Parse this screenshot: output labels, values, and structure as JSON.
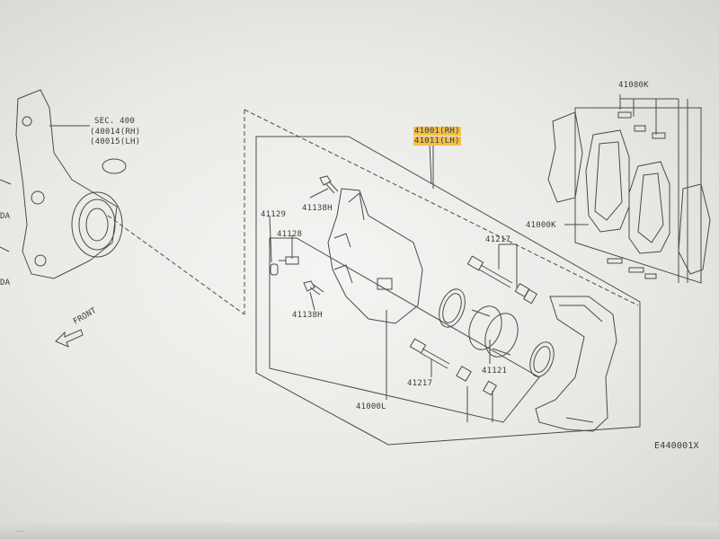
{
  "labels": {
    "sec400": "SEC. 400",
    "p40014": "(40014(RH)",
    "p40015": "(40015(LH)",
    "p41001": "41001(RH)",
    "p41011": "41011(LH)",
    "p41080k": "41080K",
    "p41000k": "41000K",
    "p41138h_top": "41138H",
    "p41129": "41129",
    "p41128": "41128",
    "p41138h_bottom": "41138H",
    "p41217_top": "41217",
    "p41217_bottom": "41217",
    "p41121": "41121",
    "p41000l": "41000L",
    "front": "FRONT",
    "code": "E440001X",
    "cut_da1": "DA",
    "cut_da2": "DA"
  },
  "taskbar": {
    "text": "..."
  }
}
